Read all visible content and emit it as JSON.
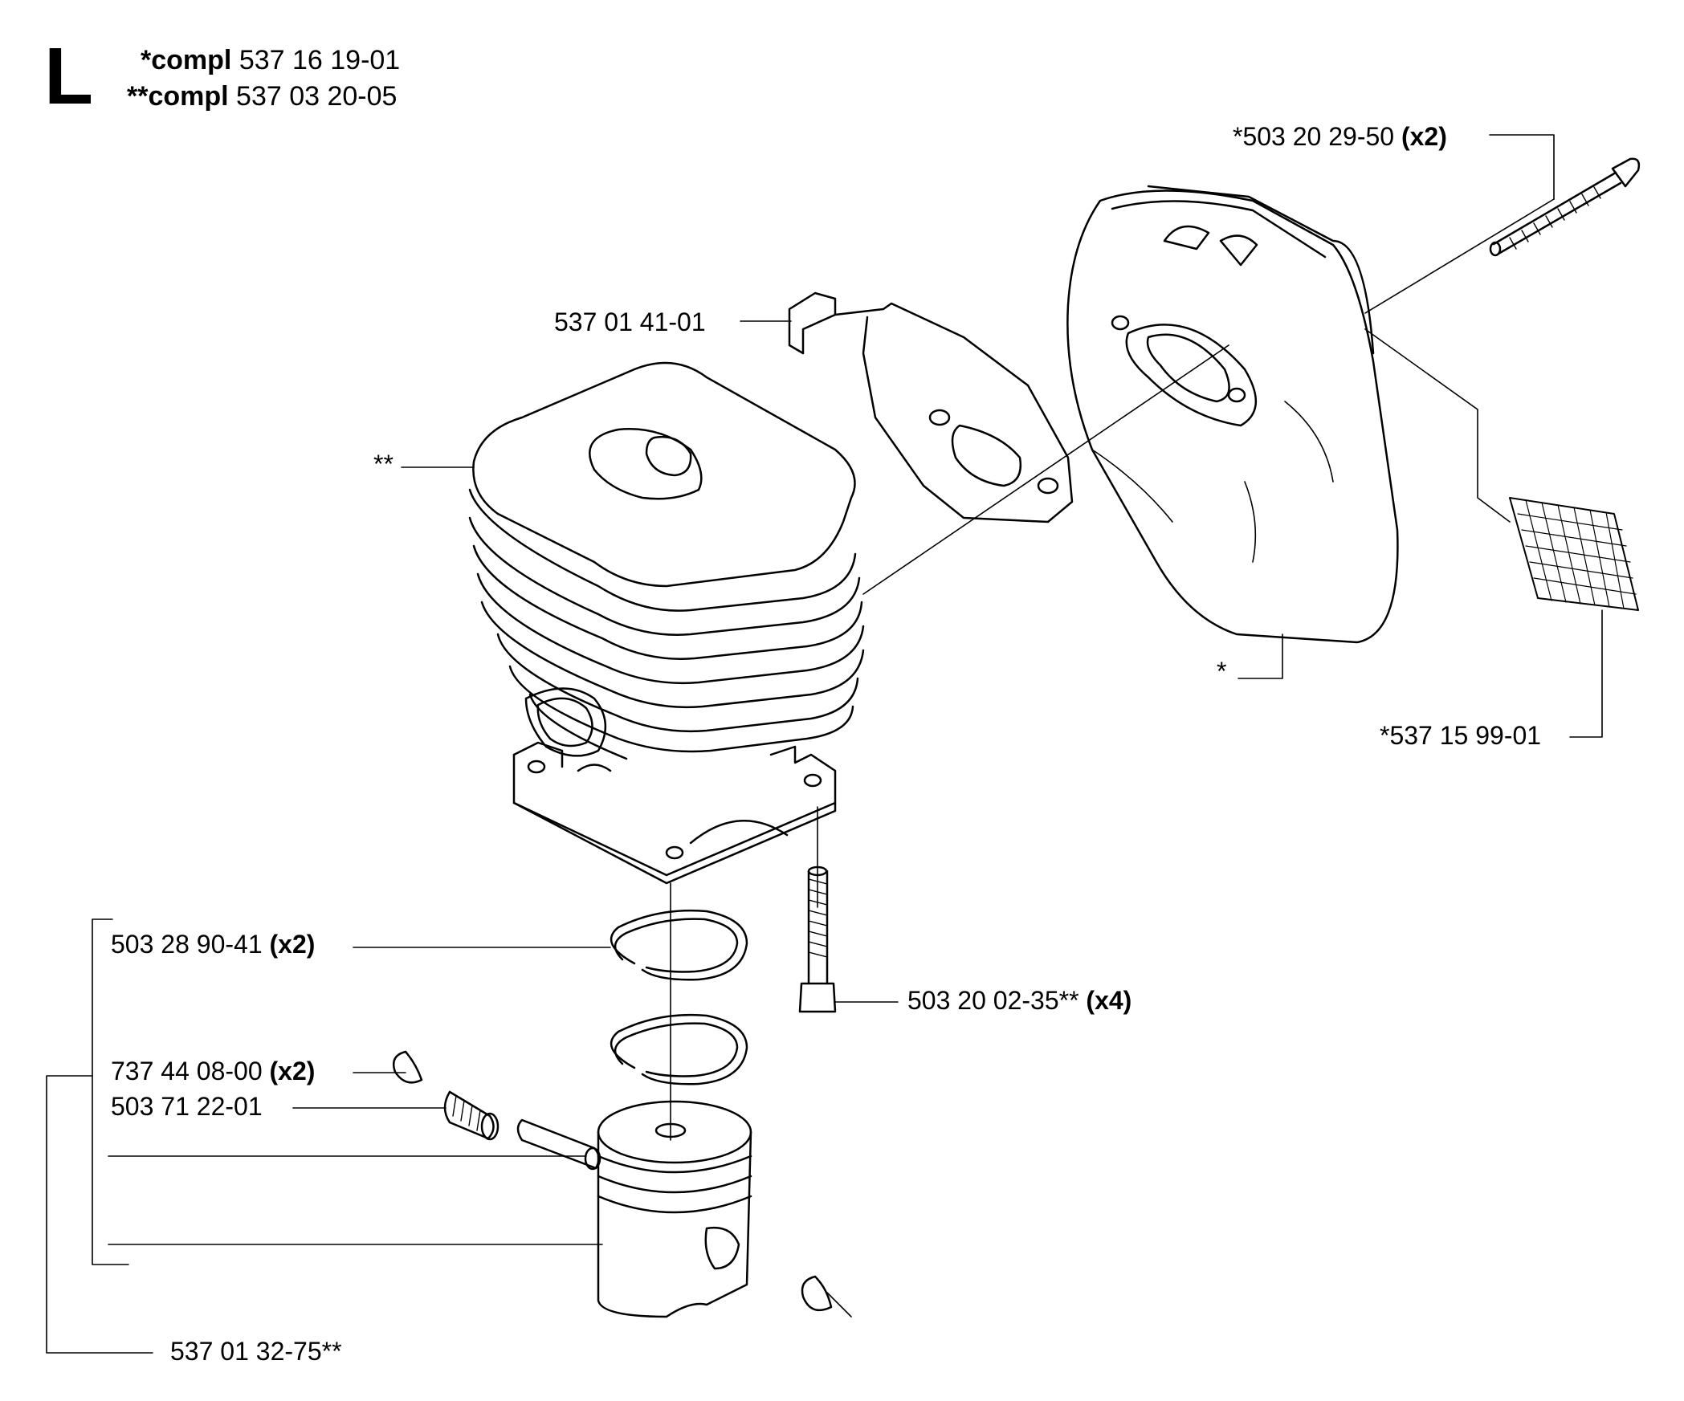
{
  "section_letter": "L",
  "header": [
    {
      "prefix": "*compl",
      "number": "537 16 19-01"
    },
    {
      "prefix": "**compl",
      "number": "537 03 20-05"
    }
  ],
  "labels": {
    "muffler_bolt": {
      "number": "*503 20 29-50",
      "qty": "(x2)"
    },
    "bracket": {
      "number": "537 01 41-01"
    },
    "cylinder": {
      "number": "**"
    },
    "muffler": {
      "number": "*"
    },
    "screen": {
      "number": "*537 15 99-01"
    },
    "ring": {
      "number": "503 28 90-41",
      "qty": "(x2)"
    },
    "cyl_screw": {
      "number": "503 20 02-35**",
      "qty": "(x4)"
    },
    "circlip": {
      "number": "737 44 08-00",
      "qty": "(x2)"
    },
    "bearing": {
      "number": "503 71 22-01"
    },
    "piston_kit": {
      "number": "537 01 32-75**"
    }
  }
}
